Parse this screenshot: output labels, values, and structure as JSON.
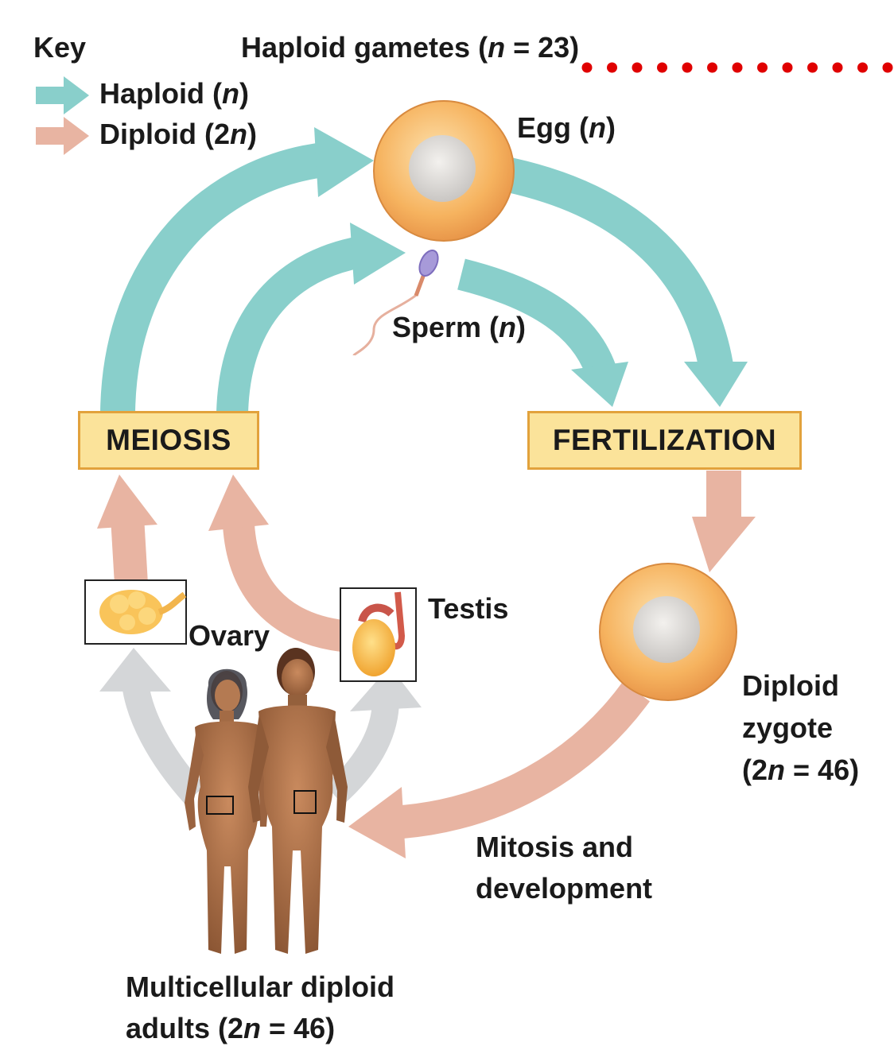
{
  "key": {
    "title": "Key",
    "haploid_label": "Haploid (",
    "haploid_var": "n",
    "haploid_close": ")",
    "diploid_label": "Diploid (2",
    "diploid_var": "n",
    "diploid_close": ")"
  },
  "labels": {
    "gametes_prefix": "Haploid gametes (",
    "gametes_var": "n",
    "gametes_suffix": " = 23)",
    "egg_prefix": "Egg (",
    "egg_var": "n",
    "egg_suffix": ")",
    "sperm_prefix": "Sperm (",
    "sperm_var": "n",
    "sperm_suffix": ")",
    "meiosis": "MEIOSIS",
    "fertilization": "FERTILIZATION",
    "ovary": "Ovary",
    "testis": "Testis",
    "zygote_line1": "Diploid",
    "zygote_line2": "zygote",
    "zygote_line3_prefix": "(2",
    "zygote_line3_var": "n",
    "zygote_line3_suffix": " = 46)",
    "mitosis_line1": "Mitosis and",
    "mitosis_line2": "development",
    "adults_line1": "Multicellular diploid",
    "adults_line2_prefix": "adults (2",
    "adults_line2_var": "n",
    "adults_line2_suffix": " = 46)"
  },
  "colors": {
    "haploid": "#89cfcb",
    "diploid": "#e8b4a2",
    "gray_arrow": "#d4d6d8",
    "box_fill": "#fbe39a",
    "box_border": "#e2a23c",
    "cell_fill": "#f7b866",
    "nucleus": "#dcdad8",
    "dotted_line": "#e00000"
  }
}
